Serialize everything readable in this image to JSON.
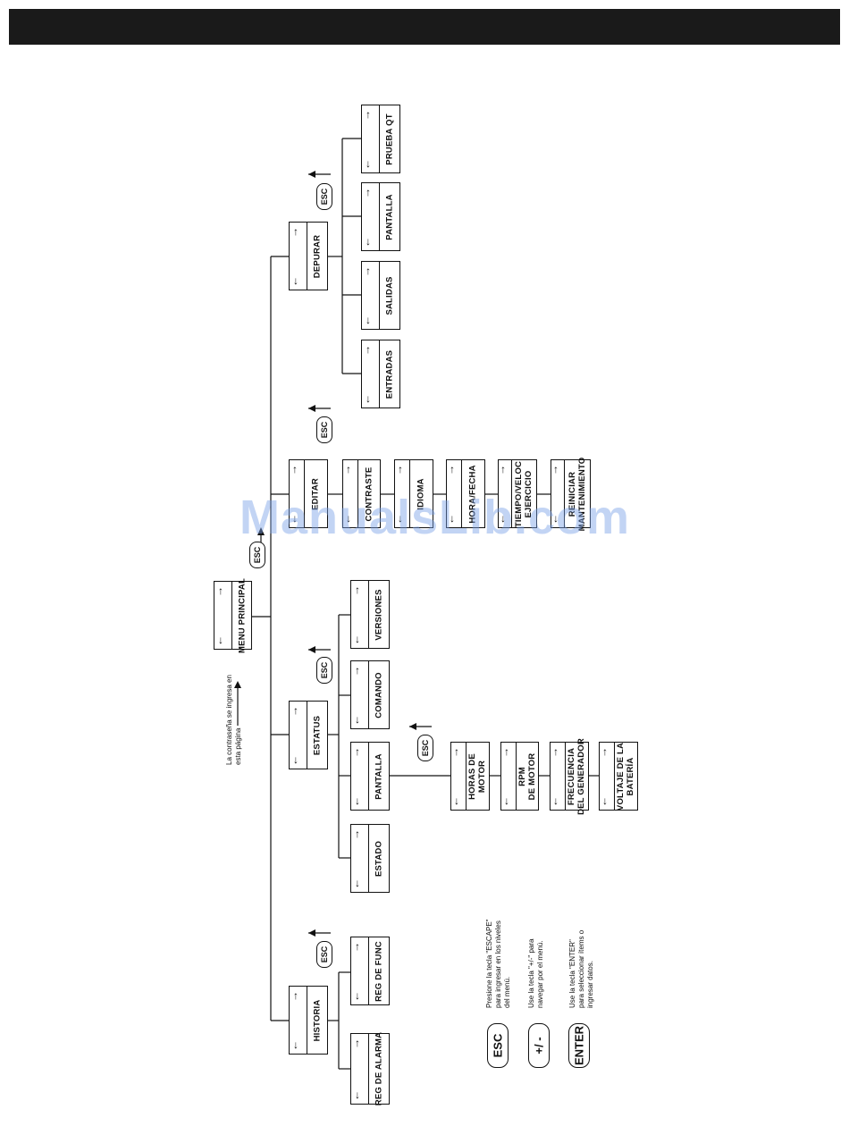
{
  "diagram": {
    "menus": {
      "main": "MENU PRINCIPAL",
      "historia": "HISTORIA",
      "reg_alarma": "REG DE ALARMA",
      "reg_func": "REG DE FUNC",
      "estatus": "ESTATUS",
      "estado": "ESTADO",
      "pantalla_estatus": "PANTALLA",
      "comando": "COMANDO",
      "versiones": "VERSIONES",
      "horas_motor": "HORAS DE\nMOTOR",
      "rpm_motor": "RPM\nDE MOTOR",
      "frecuencia": "FRECUENCIA\nDEL GENERADOR",
      "voltaje": "VOLTAJE DE LA\nBATERÍA",
      "editar": "EDITAR",
      "contraste": "CONTRASTE",
      "idioma": "IDIOMA",
      "hora_fecha": "HORA/FECHA",
      "tiempo": "TIEMPO/VELOC\nEJERCICIO",
      "reiniciar": "REINICIAR\nMANTENIMIENTO",
      "depurar": "DEPURAR",
      "entradas": "ENTRADAS",
      "salidas": "SALIDAS",
      "pantalla_depurar": "PANTALLA",
      "prueba_qt": "PRUEBA QT"
    },
    "esc_label": "ESC",
    "password_note": "La contraseña se ingresa en\nesta página",
    "legend": {
      "esc_key": "ESC",
      "esc_text": "Presione la tecla \"ESCAPE\"\npara ingresar en los niveles\ndel menú.",
      "plusminus_key": "+/ -",
      "plusminus_text": "Use la tecla \"+/-\" para\nnavegar por el menú.",
      "enter_key": "ENTER",
      "enter_text": "Use la tecla \"ENTER\"\npara seleccionar ítems o\ningresar datos."
    },
    "arrows": {
      "up": "↑",
      "down": "↓"
    },
    "watermark": "ManualsLib.com"
  }
}
